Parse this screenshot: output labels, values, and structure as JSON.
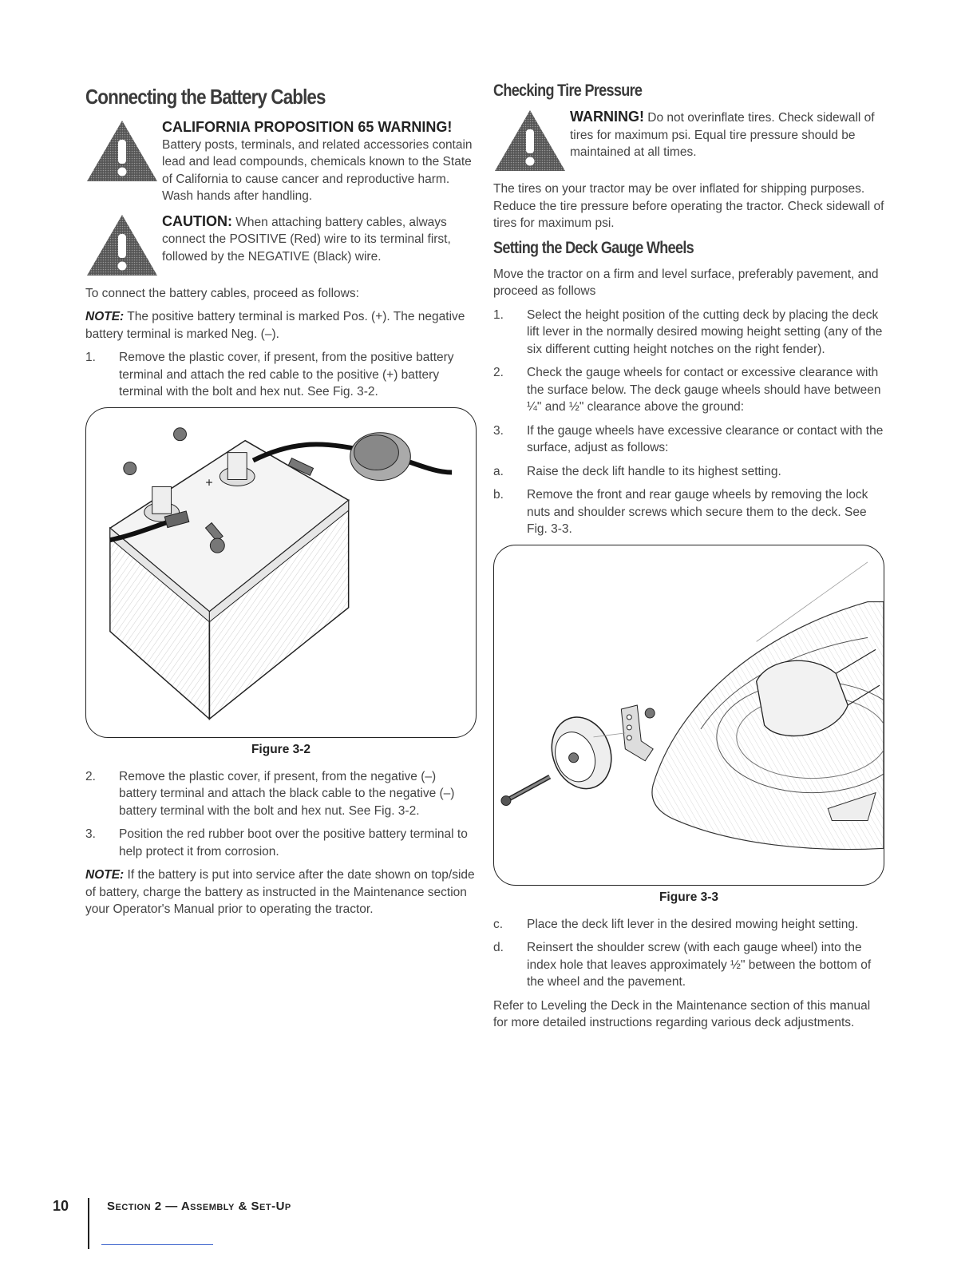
{
  "left": {
    "heading": "Connecting the Battery Cables",
    "warning1": {
      "title": "CALIFORNIA PROPOSITION 65 WARNING!",
      "text": "Battery posts, terminals, and related accessories contain lead and lead compounds, chemicals known to the State of California to cause cancer and reproductive harm. Wash hands after handling."
    },
    "warning2": {
      "title": "CAUTION:",
      "text": " When attaching battery cables, always connect the POSITIVE (Red) wire to its terminal first, followed by the NEGATIVE (Black) wire."
    },
    "intro": "To connect the battery cables, proceed as follows:",
    "note1": {
      "label": "NOTE:",
      "text": " The positive battery terminal is marked Pos. (+). The negative battery terminal is marked Neg. (–)."
    },
    "steps_a": [
      {
        "num": "1.",
        "text": "Remove the plastic cover, if present, from the positive battery terminal and attach the red cable to the positive (+) battery terminal with the bolt and hex nut. See Fig. 3-2."
      }
    ],
    "figure_caption": "Figure 3-2",
    "steps_b": [
      {
        "num": "2.",
        "text": "Remove the plastic cover, if present, from the negative (–) battery terminal and attach the black cable to the negative (–) battery terminal with the bolt and hex nut. See Fig. 3-2."
      },
      {
        "num": "3.",
        "text": "Position the red rubber boot over the positive battery terminal to help protect it from corrosion."
      }
    ],
    "note2": {
      "label": "NOTE:",
      "text": " If the battery is put into service after the date shown on top/side of battery, charge the battery as instructed in the Maintenance section your Operator's Manual prior to operating the tractor."
    }
  },
  "right": {
    "heading1": "Checking Tire Pressure",
    "warning": {
      "title": "WARNING!",
      "text": " Do not overinflate tires. Check sidewall of tires for maximum psi. Equal tire pressure should be maintained at all times."
    },
    "tire_text": "The tires on your tractor may be over inflated for shipping purposes. Reduce the tire pressure before operating the tractor. Check sidewall of tires for maximum psi.",
    "heading2": "Setting the Deck Gauge Wheels",
    "deck_intro": "Move the tractor on a firm and level surface, preferably pavement, and proceed as follows",
    "steps": [
      {
        "num": "1.",
        "text": "Select the height position of the cutting deck by placing the deck lift lever in the normally desired mowing height setting (any of the six different cutting height notches on the right fender)."
      },
      {
        "num": "2.",
        "text": "Check the gauge wheels for contact or excessive clearance with the surface below. The deck gauge wheels should have between ¼\" and ½\" clearance above the ground:"
      },
      {
        "num": "3.",
        "text": "If the gauge wheels have excessive clearance or contact with the surface, adjust as follows:"
      }
    ],
    "substeps_a": [
      {
        "num": "a.",
        "text": "Raise the deck lift handle to its highest setting."
      },
      {
        "num": "b.",
        "text": "Remove the front and rear gauge wheels by removing the lock nuts and shoulder screws which secure them to the deck. See Fig. 3-3."
      }
    ],
    "figure_caption": "Figure 3-3",
    "substeps_b": [
      {
        "num": "c.",
        "text": "Place the deck lift lever in the desired mowing height setting."
      },
      {
        "num": "d.",
        "text": "Reinsert the shoulder screw (with each gauge wheel) into the index hole that leaves approximately ½\" between the bottom of the wheel and the pavement."
      }
    ],
    "closing": "Refer to Leveling the Deck in the Maintenance section of this manual for more detailed instructions regarding various deck adjustments."
  },
  "footer": {
    "page_number": "10",
    "section_title": "Section 2 — Assembly & Set-Up"
  }
}
